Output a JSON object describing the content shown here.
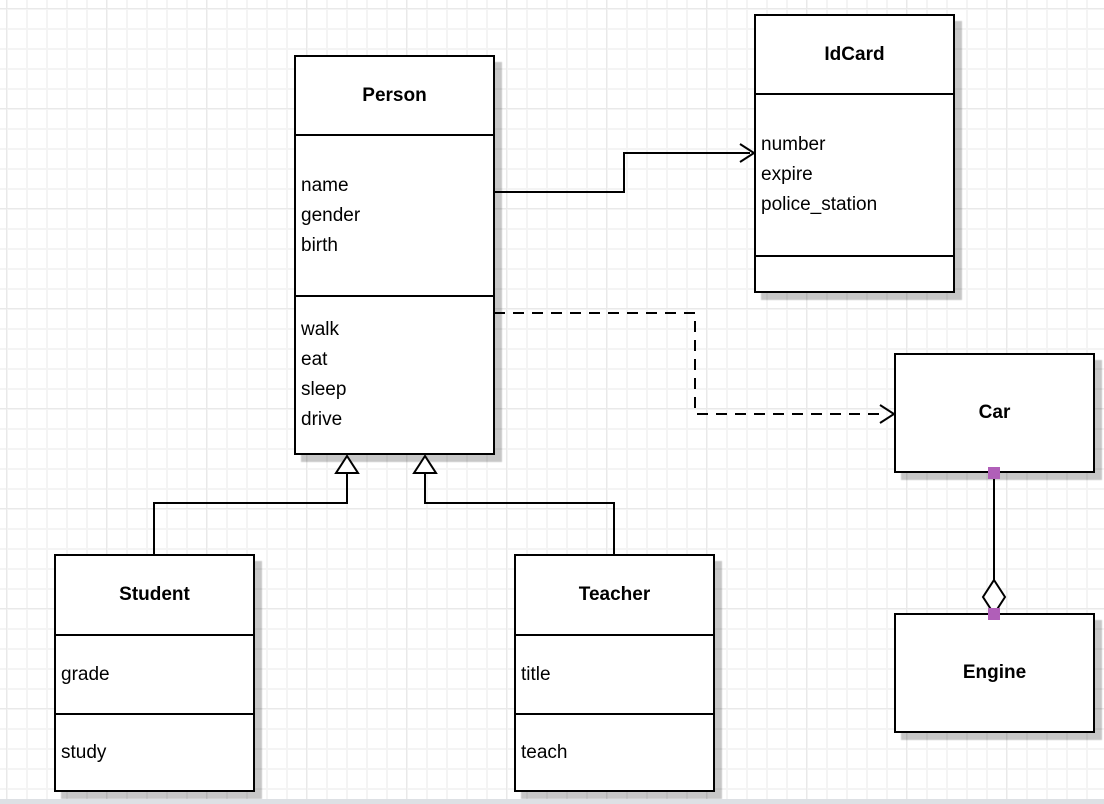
{
  "diagram": {
    "type": "uml-class-diagram",
    "classes": {
      "person": {
        "name": "Person",
        "attributes": [
          "name",
          "gender",
          "birth"
        ],
        "methods": [
          "walk",
          "eat",
          "sleep",
          "drive"
        ]
      },
      "idcard": {
        "name": "IdCard",
        "attributes": [
          "number",
          "expire",
          "police_station"
        ],
        "methods": []
      },
      "car": {
        "name": "Car",
        "attributes": [],
        "methods": []
      },
      "engine": {
        "name": "Engine",
        "attributes": [],
        "methods": []
      },
      "student": {
        "name": "Student",
        "attributes": [
          "grade"
        ],
        "methods": [
          "study"
        ]
      },
      "teacher": {
        "name": "Teacher",
        "attributes": [
          "title"
        ],
        "methods": [
          "teach"
        ]
      }
    },
    "relationships": [
      {
        "from": "Person",
        "to": "IdCard",
        "type": "association",
        "line": "solid",
        "arrow": "open"
      },
      {
        "from": "Person",
        "to": "Car",
        "type": "dependency",
        "line": "dashed",
        "arrow": "open"
      },
      {
        "from": "Student",
        "to": "Person",
        "type": "generalization",
        "line": "solid",
        "arrow": "hollow-triangle"
      },
      {
        "from": "Teacher",
        "to": "Person",
        "type": "generalization",
        "line": "solid",
        "arrow": "hollow-triangle"
      },
      {
        "from": "Car",
        "to": "Engine",
        "type": "aggregation",
        "line": "solid",
        "arrow": "hollow-diamond"
      }
    ],
    "colors": {
      "shape_fill": "#ffffff",
      "shape_stroke": "#000000",
      "endpoint_marker": "#b05fb8",
      "grid_line": "#f4f4f4",
      "canvas_bg": "#ffffff"
    }
  }
}
